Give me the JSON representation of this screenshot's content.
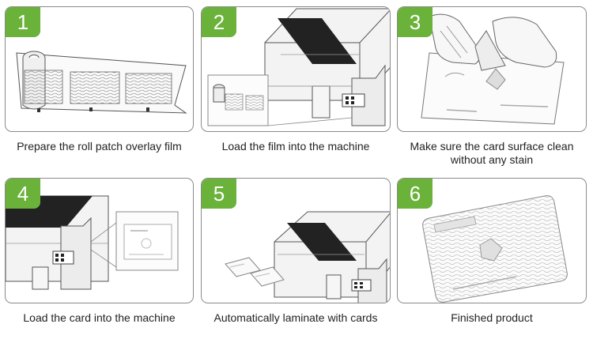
{
  "theme": {
    "badge_color": "#6ab23a",
    "border_color": "#8a8a8a"
  },
  "steps": [
    {
      "number": "1",
      "caption": "Prepare the roll patch overlay film"
    },
    {
      "number": "2",
      "caption": "Load the film into the machine"
    },
    {
      "number": "3",
      "caption": "Make sure the card surface clean without any stain"
    },
    {
      "number": "4",
      "caption": "Load the card into the machine"
    },
    {
      "number": "5",
      "caption": "Automatically laminate with cards"
    },
    {
      "number": "6",
      "caption": "Finished product"
    }
  ]
}
